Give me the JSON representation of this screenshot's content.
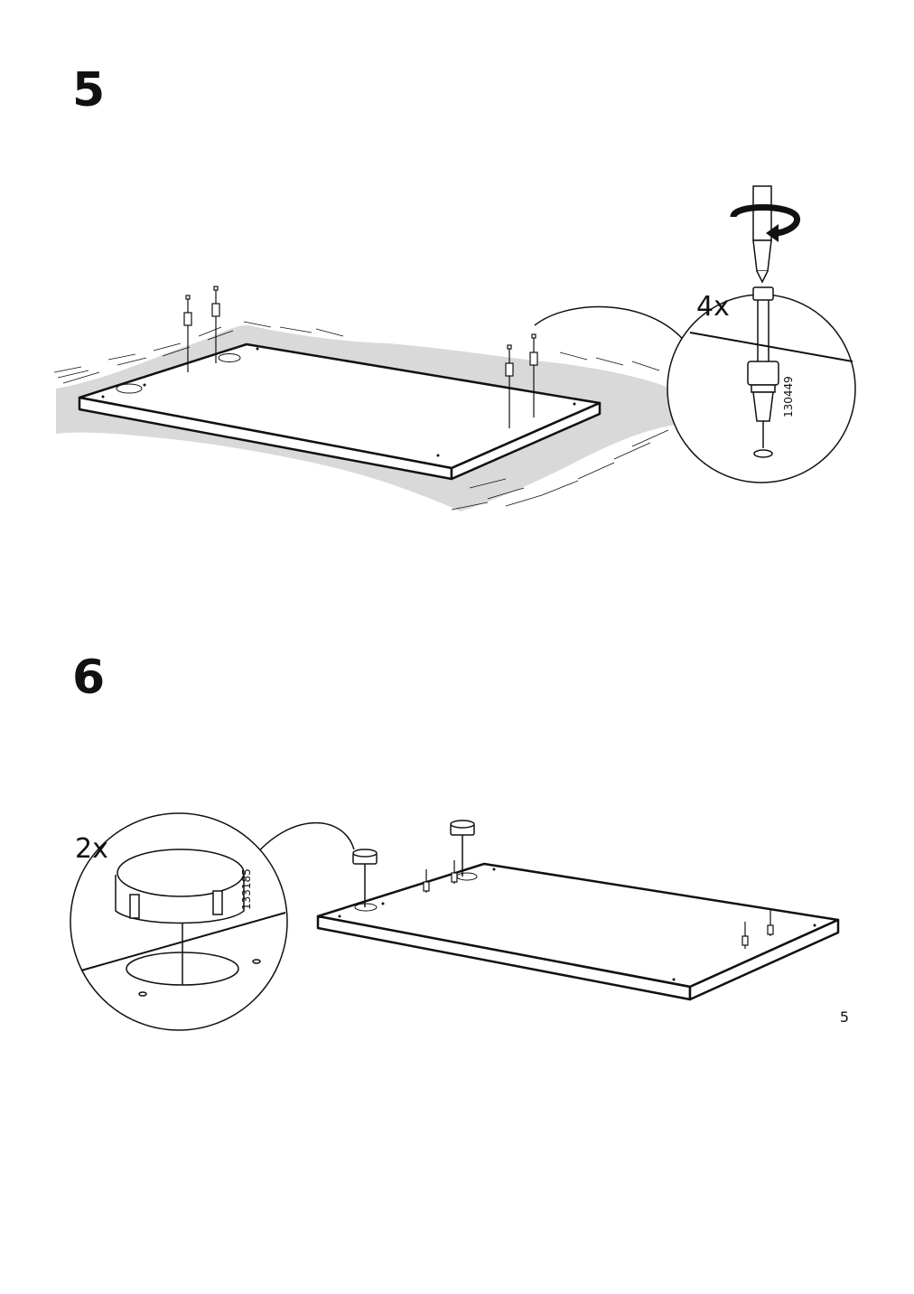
{
  "page": {
    "page_number": "5"
  },
  "steps": [
    {
      "number": "5",
      "detail": {
        "quantity": "4x",
        "part_number": "130449"
      },
      "icons": [
        "screwdriver-icon",
        "rotate-clockwise-icon",
        "cam-dowel-icon",
        "panel-icon",
        "rug-icon"
      ]
    },
    {
      "number": "6",
      "detail": {
        "quantity": "2x",
        "part_number": "133185"
      },
      "icons": [
        "cap-icon",
        "panel-icon",
        "dowel-icon"
      ]
    }
  ],
  "colors": {
    "ink": "#111111",
    "rug_fill": "#d9d9d9",
    "paper": "#ffffff"
  }
}
